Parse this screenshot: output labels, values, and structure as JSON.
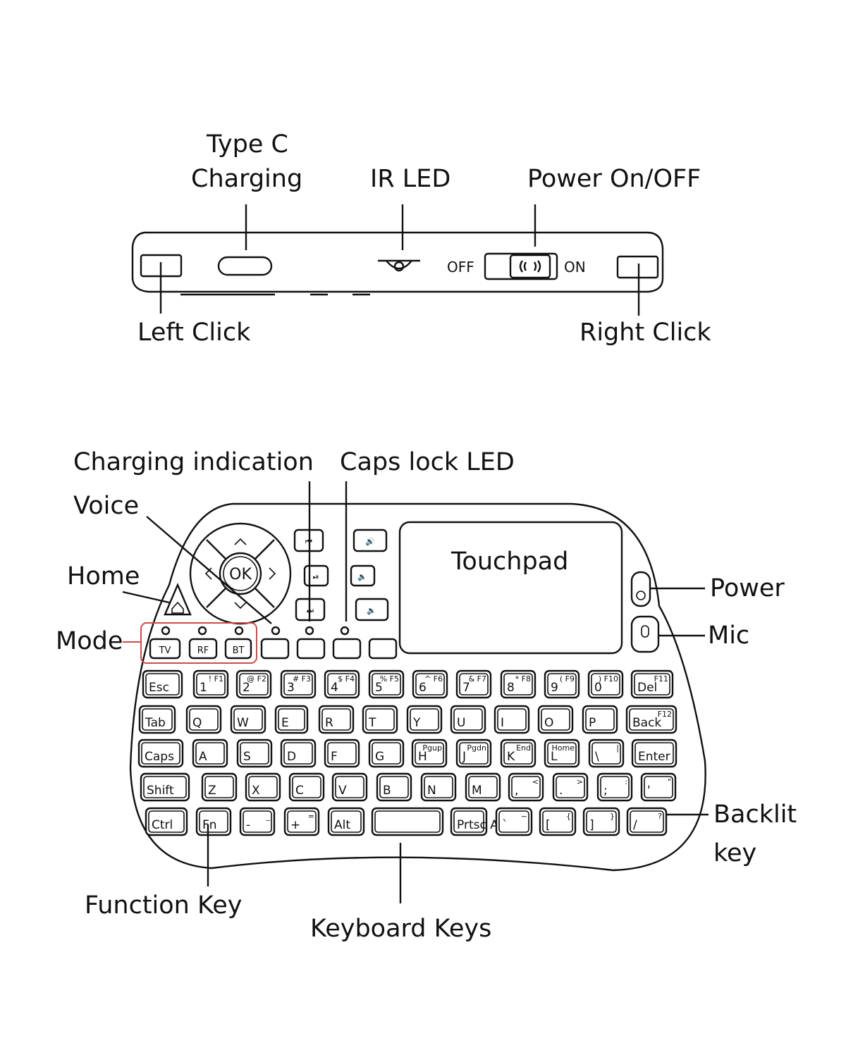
{
  "top_view": {
    "type_c": [
      "Type C",
      "Charging"
    ],
    "ir_led": "IR LED",
    "power_switch": "Power On/OFF",
    "left_click": "Left Click",
    "right_click": "Right Click",
    "off": "OFF",
    "on": "ON"
  },
  "front_view": {
    "charging_indication": "Charging indication",
    "caps_lock_led": "Caps lock LED",
    "voice": "Voice",
    "home": "Home",
    "mode": "Mode",
    "touchpad": "Touchpad",
    "power": "Power",
    "mic": "Mic",
    "backlit": [
      "Backlit",
      "key"
    ],
    "function_key": "Function Key",
    "keyboard_keys": "Keyboard Keys",
    "ok": "OK",
    "mode_keys": [
      "TV",
      "RF",
      "BT"
    ]
  },
  "keyboard": {
    "row1": [
      {
        "main": "Esc",
        "sub": ""
      },
      {
        "main": "1",
        "sub": "! F1"
      },
      {
        "main": "2",
        "sub": "@ F2"
      },
      {
        "main": "3",
        "sub": "# F3"
      },
      {
        "main": "4",
        "sub": "$ F4"
      },
      {
        "main": "5",
        "sub": "% F5"
      },
      {
        "main": "6",
        "sub": "^ F6"
      },
      {
        "main": "7",
        "sub": "& F7"
      },
      {
        "main": "8",
        "sub": "* F8"
      },
      {
        "main": "9",
        "sub": "( F9"
      },
      {
        "main": "0",
        "sub": ") F10"
      },
      {
        "main": "Del",
        "sub": "F11"
      }
    ],
    "row2": [
      {
        "main": "Tab",
        "sub": ""
      },
      {
        "main": "Q",
        "sub": ""
      },
      {
        "main": "W",
        "sub": ""
      },
      {
        "main": "E",
        "sub": ""
      },
      {
        "main": "R",
        "sub": ""
      },
      {
        "main": "T",
        "sub": ""
      },
      {
        "main": "Y",
        "sub": ""
      },
      {
        "main": "U",
        "sub": ""
      },
      {
        "main": "I",
        "sub": ""
      },
      {
        "main": "O",
        "sub": ""
      },
      {
        "main": "P",
        "sub": ""
      },
      {
        "main": "Back",
        "sub": "F12"
      }
    ],
    "row3": [
      {
        "main": "Caps",
        "sub": ""
      },
      {
        "main": "A",
        "sub": ""
      },
      {
        "main": "S",
        "sub": ""
      },
      {
        "main": "D",
        "sub": ""
      },
      {
        "main": "F",
        "sub": ""
      },
      {
        "main": "G",
        "sub": ""
      },
      {
        "main": "H",
        "sub": "Pgup"
      },
      {
        "main": "J",
        "sub": "Pgdn"
      },
      {
        "main": "K",
        "sub": "End"
      },
      {
        "main": "L",
        "sub": "Home"
      },
      {
        "main": "\\",
        "sub": "|"
      },
      {
        "main": "Enter",
        "sub": ""
      }
    ],
    "row4": [
      {
        "main": "Shift",
        "sub": ""
      },
      {
        "main": "Z",
        "sub": ""
      },
      {
        "main": "X",
        "sub": ""
      },
      {
        "main": "C",
        "sub": ""
      },
      {
        "main": "V",
        "sub": ""
      },
      {
        "main": "B",
        "sub": ""
      },
      {
        "main": "N",
        "sub": ""
      },
      {
        "main": "M",
        "sub": ""
      },
      {
        "main": ",",
        "sub": "<"
      },
      {
        "main": ".",
        "sub": ">"
      },
      {
        "main": ";",
        "sub": ":"
      },
      {
        "main": "'",
        "sub": "\""
      }
    ],
    "row5": [
      {
        "main": "Ctrl",
        "sub": ""
      },
      {
        "main": "Fn",
        "sub": ""
      },
      {
        "main": "-",
        "sub": "_"
      },
      {
        "main": "+",
        "sub": "="
      },
      {
        "main": "Alt",
        "sub": ""
      },
      {
        "main": "",
        "sub": ""
      },
      {
        "main": "Prtsc AltGr",
        "sub": ""
      },
      {
        "main": "`",
        "sub": "~"
      },
      {
        "main": "[",
        "sub": "{"
      },
      {
        "main": "]",
        "sub": "}"
      },
      {
        "main": "/",
        "sub": "?"
      }
    ]
  }
}
